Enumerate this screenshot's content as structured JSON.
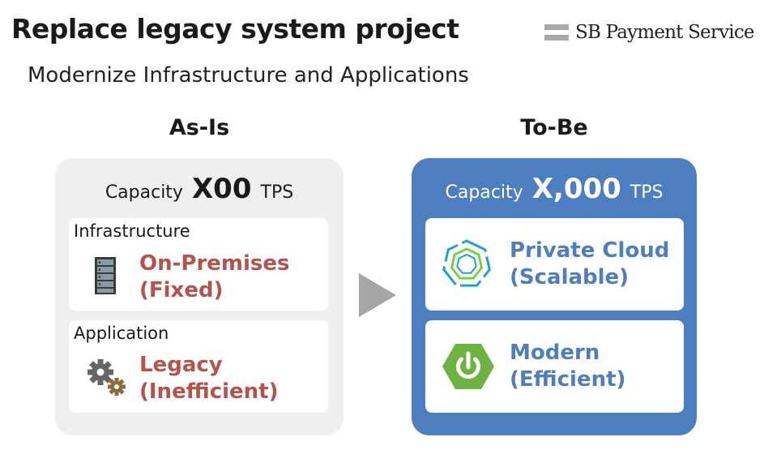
{
  "header": {
    "title": "Replace legacy system project",
    "logo_text": "SB Payment Service"
  },
  "subtitle": "Modernize Infrastructure and Applications",
  "as_is": {
    "heading": "As-Is",
    "capacity_prefix": "Capacity",
    "capacity_value": "X00",
    "capacity_unit": "TPS",
    "infrastructure": {
      "label": "Infrastructure",
      "line1": "On-Premises",
      "line2": "(Fixed)",
      "icon": "server-rack-icon"
    },
    "application": {
      "label": "Application",
      "line1": "Legacy",
      "line2": "(Inefficient)",
      "icon": "gears-icon"
    }
  },
  "to_be": {
    "heading": "To-Be",
    "capacity_prefix": "Capacity",
    "capacity_value": "X,000",
    "capacity_unit": "TPS",
    "infrastructure": {
      "line1": "Private Cloud",
      "line2": "(Scalable)",
      "icon": "heptagon-cloud-icon"
    },
    "application": {
      "line1": "Modern",
      "line2": "(Efficient)",
      "icon": "power-leaf-icon"
    }
  },
  "colors": {
    "as_is_panel": "#efefef",
    "to_be_panel": "#4d7ebf",
    "as_is_text": "#b5534a",
    "to_be_text": "#4d7ebf",
    "arrow": "#a6a6a6",
    "spring_green": "#6db33f"
  }
}
